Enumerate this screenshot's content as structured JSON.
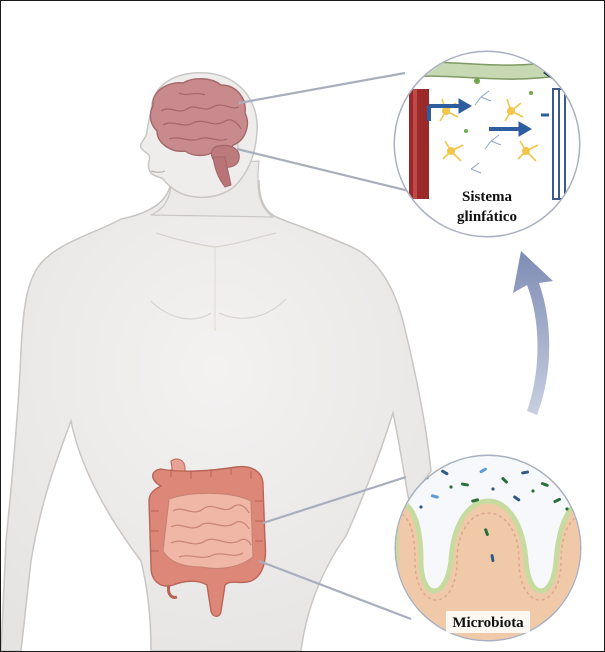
{
  "figure": {
    "callouts": {
      "brain": {
        "label_line1": "Sistema",
        "label_line2": "glinfático"
      },
      "gut": {
        "label": "Microbiota"
      }
    },
    "colors": {
      "skin": "#ecebea",
      "skin_outline": "#c9c6c4",
      "brain": "#c98a8d",
      "intestine": "#e8a396",
      "large_intestine": "#dc8778",
      "circle_fill": "#eaedf2",
      "circle_stroke": "#a9b0c0",
      "arrow": "#8e9bbd",
      "connector": "#a9aebd",
      "vessel_red": "#9a2a2a",
      "vessel_blue": "#3b5a8f",
      "astrocyte": "#f2c64a",
      "mucosa": "#efc9a8",
      "mucosa_edge": "#c7dba0"
    }
  }
}
